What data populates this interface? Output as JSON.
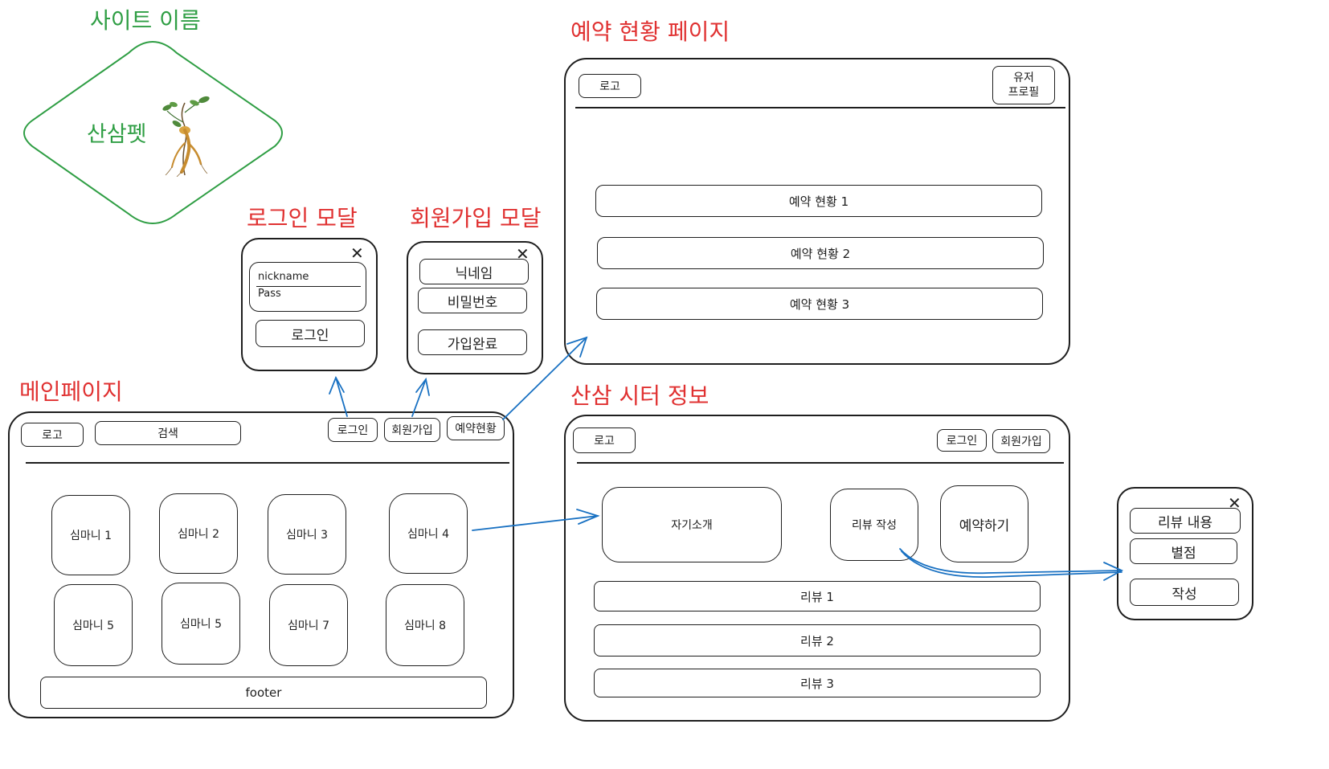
{
  "colors": {
    "red": "#e03131",
    "green": "#2f9e44",
    "blue": "#1971c2",
    "ink": "#1e1e1e"
  },
  "logo": {
    "title": "사이트 이름",
    "name": "산삼펫",
    "icon": "ginseng-plant-icon"
  },
  "login_modal": {
    "title": "로그인 모달",
    "nickname": "nickname",
    "pass": "Pass",
    "login_button": "로그인",
    "close": "✕"
  },
  "signup_modal": {
    "title": "회원가입 모달",
    "nickname": "닉네임",
    "password": "비밀번호",
    "submit": "가입완료",
    "close": "✕"
  },
  "reservation_page": {
    "title": "예약 현황 페이지",
    "logo": "로고",
    "profile": "유저\n프로필",
    "items": [
      "예약 현황 1",
      "예약 현황 2",
      "예약 현황 3"
    ]
  },
  "main_page": {
    "title": "메인페이지",
    "logo": "로고",
    "search": "검색",
    "login": "로그인",
    "signup": "회원가입",
    "reservations": "예약현황",
    "cards": [
      "심마니 1",
      "심마니 2",
      "심마니 3",
      "심마니 4",
      "심마니 5",
      "심마니 5",
      "심마니 7",
      "심마니 8"
    ],
    "footer": "footer"
  },
  "sitter_page": {
    "title": "산삼 시터 정보",
    "logo": "로고",
    "login": "로그인",
    "signup": "회원가입",
    "intro": "자기소개",
    "write_review": "리뷰 작성",
    "reserve": "예약하기",
    "reviews": [
      "리뷰 1",
      "리뷰 2",
      "리뷰 3"
    ]
  },
  "review_modal": {
    "content": "리뷰 내용",
    "rating": "별점",
    "submit": "작성",
    "close": "✕"
  }
}
